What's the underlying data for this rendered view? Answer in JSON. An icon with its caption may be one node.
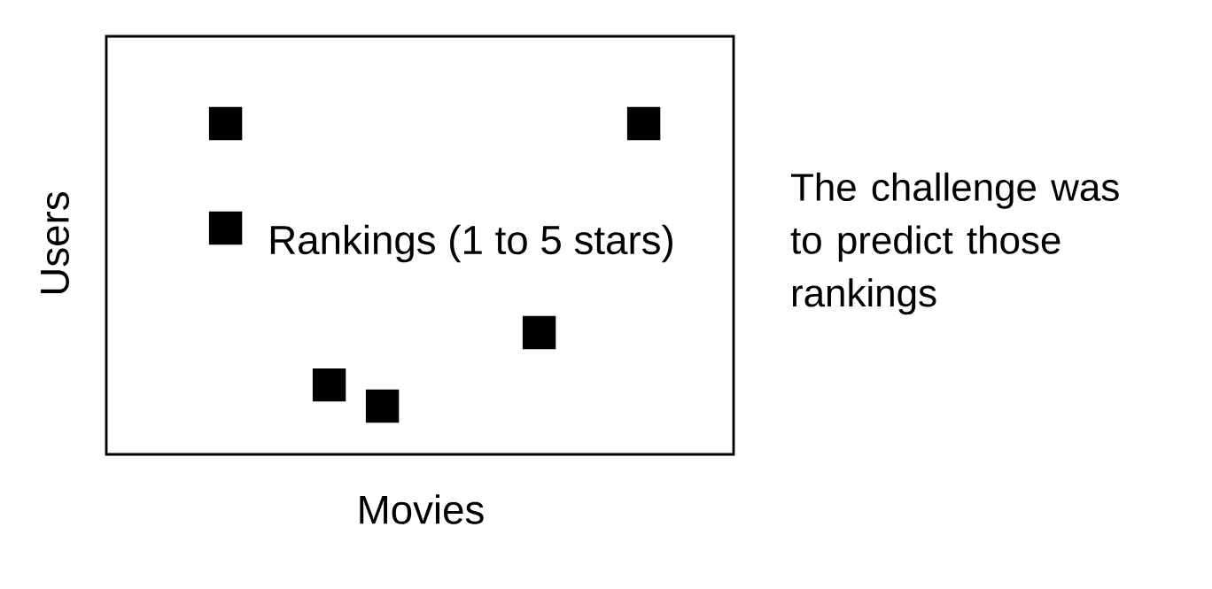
{
  "diagram": {
    "nodes": [
      {
        "text": [
          "Rankings (1 to 5 stars)"
        ]
      },
      {
        "text": [],
        "shape": "box",
        "in": 0
      },
      {
        "text": [],
        "shape": "box",
        "in": 0
      },
      {
        "text": [],
        "shape": "box",
        "in": 0
      },
      {
        "text": [],
        "shape": "box",
        "in": 0
      },
      {
        "text": [],
        "shape": "box",
        "in": 0
      },
      {
        "text": [],
        "shape": "box",
        "in": 0
      }
    ],
    "labels": [
      "Users",
      "Movies",
      "The challenge was to predict those rankings"
    ]
  }
}
